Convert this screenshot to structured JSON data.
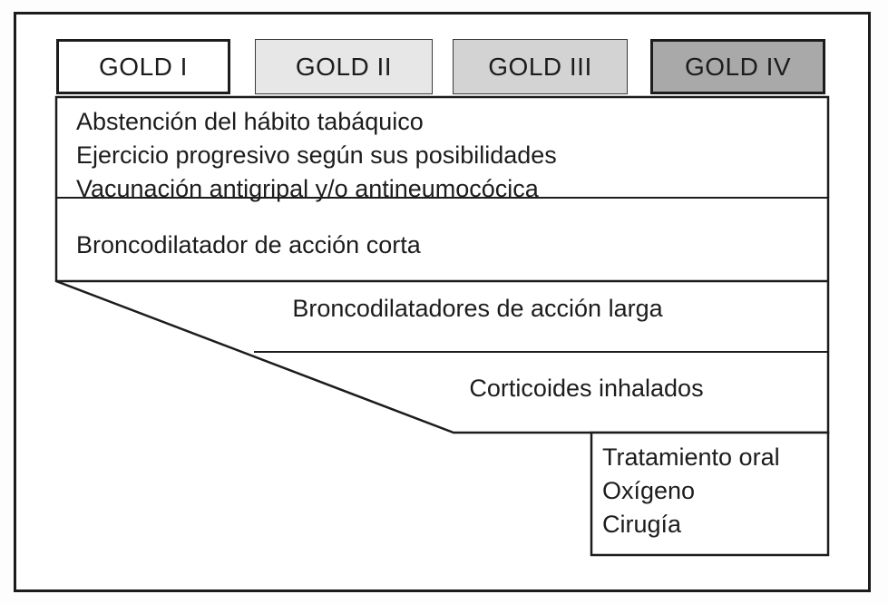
{
  "diagram": {
    "type": "staged-treatment-scheme",
    "headers": [
      {
        "label": "GOLD I",
        "fill": "#ffffff",
        "border": "#1c1c1c"
      },
      {
        "label": "GOLD II",
        "fill": "#e7e7e7",
        "border": "#3a3a3a"
      },
      {
        "label": "GOLD III",
        "fill": "#d3d3d3",
        "border": "#3a3a3a"
      },
      {
        "label": "GOLD IV",
        "fill": "#a9a9a9",
        "border": "#1c1c1c"
      }
    ],
    "rows": [
      {
        "name": "general-measures",
        "lines": [
          "Abstención del hábito tabáquico",
          "Ejercicio progresivo según sus posibilidades",
          "Vacunación antigripal y/o antineumocócica"
        ]
      },
      {
        "name": "short-acting-bronchodilator",
        "lines": [
          "Broncodilatador de acción corta"
        ]
      },
      {
        "name": "long-acting-bronchodilators",
        "lines": [
          "Broncodilatadores de acción larga"
        ]
      },
      {
        "name": "inhaled-corticosteroids",
        "lines": [
          "Corticoides inhalados"
        ]
      },
      {
        "name": "severe-stage-treatments",
        "lines": [
          "Tratamiento oral",
          "Oxígeno",
          "Cirugía"
        ]
      }
    ],
    "colors": {
      "line": "#1c1c1c",
      "background": "#ffffff"
    }
  }
}
